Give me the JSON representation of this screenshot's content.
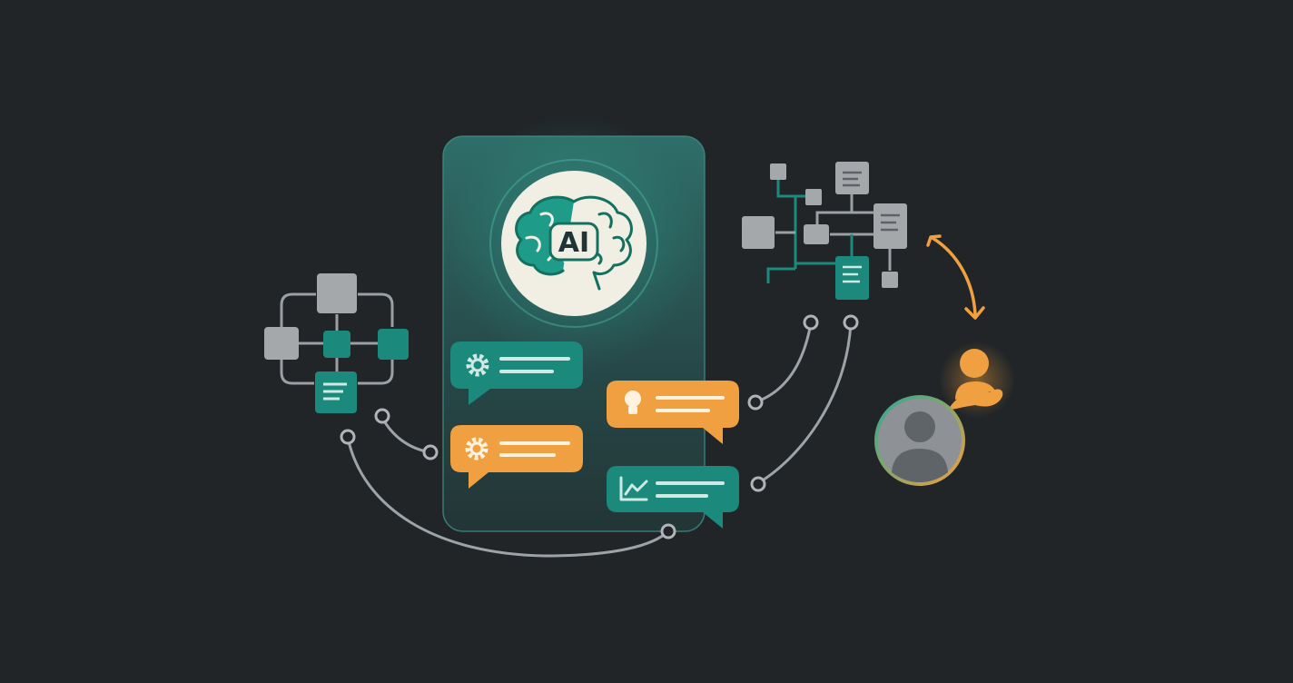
{
  "center_badge": {
    "label": "AI",
    "icon": "brain-icon"
  },
  "message_bubbles": [
    {
      "icon": "gear-icon",
      "color": "teal"
    },
    {
      "icon": "gear-icon",
      "color": "orange"
    },
    {
      "icon": "lightbulb-icon",
      "color": "orange"
    },
    {
      "icon": "line-chart-icon",
      "color": "teal"
    }
  ],
  "colors": {
    "background": "#212528",
    "teal": "#1b8a7c",
    "teal_dark": "#176e66",
    "orange": "#f0a040",
    "gray_node": "#a5a8ab",
    "connector": "#9ea3a7",
    "panel": "#2b5c59"
  }
}
